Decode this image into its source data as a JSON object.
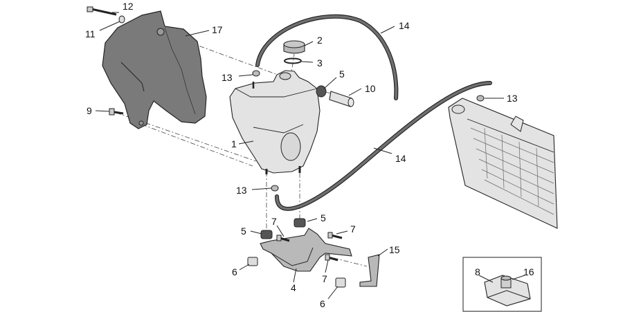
{
  "callouts": [
    {
      "id": "c12",
      "label": "12"
    },
    {
      "id": "c11",
      "label": "11"
    },
    {
      "id": "c17",
      "label": "17"
    },
    {
      "id": "c2",
      "label": "2"
    },
    {
      "id": "c3",
      "label": "3"
    },
    {
      "id": "c14a",
      "label": "14"
    },
    {
      "id": "c13a",
      "label": "13"
    },
    {
      "id": "c5a",
      "label": "5"
    },
    {
      "id": "c10",
      "label": "10"
    },
    {
      "id": "c13b",
      "label": "13"
    },
    {
      "id": "c9",
      "label": "9"
    },
    {
      "id": "c1",
      "label": "1"
    },
    {
      "id": "c14b",
      "label": "14"
    },
    {
      "id": "c13c",
      "label": "13"
    },
    {
      "id": "c5b",
      "label": "5"
    },
    {
      "id": "c5c",
      "label": "5"
    },
    {
      "id": "c7a",
      "label": "7"
    },
    {
      "id": "c7b",
      "label": "7"
    },
    {
      "id": "c15",
      "label": "15"
    },
    {
      "id": "c6a",
      "label": "6"
    },
    {
      "id": "c7c",
      "label": "7"
    },
    {
      "id": "c4",
      "label": "4"
    },
    {
      "id": "c6b",
      "label": "6"
    },
    {
      "id": "c8",
      "label": "8"
    },
    {
      "id": "c16",
      "label": "16"
    }
  ]
}
